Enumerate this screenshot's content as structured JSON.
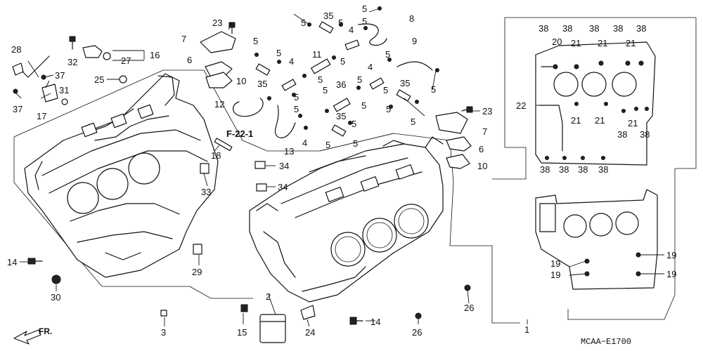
{
  "diagram": {
    "reference_label": "F-22-1",
    "diagram_code": "MCAA−E1700",
    "direction_label": "FR.",
    "callouts": {
      "c1": "1",
      "c2": "2",
      "c3": "3",
      "c4": "4",
      "c5": "5",
      "c6": "6",
      "c7": "7",
      "c8": "8",
      "c9": "9",
      "c10": "10",
      "c11": "11",
      "c12": "12",
      "c13": "13",
      "c14": "14",
      "c15": "15",
      "c16": "16",
      "c17": "17",
      "c18": "18",
      "c19": "19",
      "c20": "20",
      "c21": "21",
      "c22": "22",
      "c23": "23",
      "c24": "24",
      "c25": "25",
      "c26": "26",
      "c27": "27",
      "c28": "28",
      "c29": "29",
      "c30": "30",
      "c31": "31",
      "c32": "32",
      "c33": "33",
      "c34": "34",
      "c35": "35",
      "c36": "36",
      "c37": "37",
      "c38": "38"
    }
  }
}
